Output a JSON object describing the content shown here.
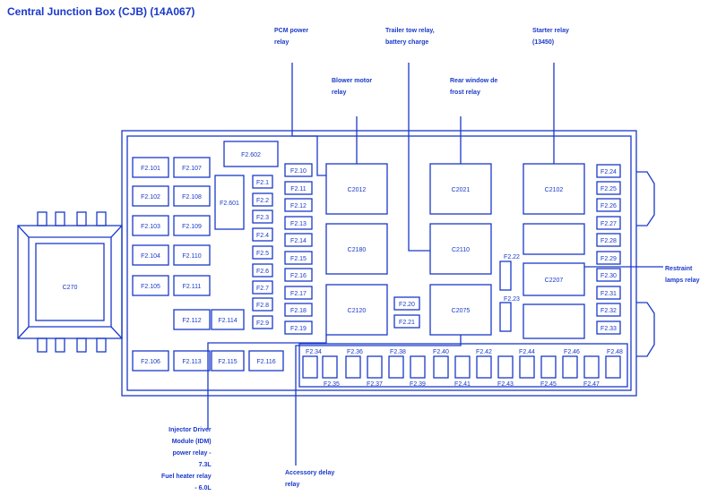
{
  "title": "Central Junction Box (CJB) (14A067)",
  "colors": {
    "line": "#1a39c9",
    "fill": "#ffffff",
    "text": "#1a39c9"
  },
  "connector_label": "C270",
  "callouts": {
    "pcm": [
      "PCM power",
      "relay"
    ],
    "trailer": [
      "Trailer tow relay,",
      "battery charge"
    ],
    "starter": [
      "Starter relay",
      "(13450)"
    ],
    "blower": [
      "Blower motor",
      "relay"
    ],
    "rear_window": [
      "Rear window de",
      "frost relay"
    ],
    "restraint": [
      "Restraint",
      "lamps relay"
    ],
    "injector": [
      "Injector Driver",
      "Module (IDM)",
      "power relay -",
      "7.3L"
    ],
    "fuel": [
      "Fuel heater relay",
      "- 6.0L"
    ],
    "accessory": [
      "Accessory delay",
      "relay"
    ]
  },
  "fuses_left": [
    "F2.101",
    "F2.107",
    "F2.102",
    "F2.108",
    "F2.103",
    "F2.109",
    "F2.104",
    "F2.110",
    "F2.105",
    "F2.111",
    "F2.112",
    "F2.114",
    "F2.106",
    "F2.113",
    "F2.115",
    "F2.116"
  ],
  "fuses_small_a": [
    "F2.1",
    "F2.2",
    "F2.3",
    "F2.4",
    "F2.5",
    "F2.6",
    "F2.7",
    "F2.8",
    "F2.9"
  ],
  "fuses_small_b": [
    "F2.10",
    "F2.11",
    "F2.12",
    "F2.13",
    "F2.14",
    "F2.15",
    "F2.16",
    "F2.17",
    "F2.18",
    "F2.19"
  ],
  "fuses_right": [
    "F2.24",
    "F2.25",
    "F2.26",
    "F2.27",
    "F2.28",
    "F2.29",
    "F2.30",
    "F2.31",
    "F2.32",
    "F2.33"
  ],
  "bottom_top_labels": [
    "F2.34",
    "F2.36",
    "F2.38",
    "F2.40",
    "F2.42",
    "F2.44",
    "F2.46",
    "F2.48"
  ],
  "bottom_bottom_labels": [
    "F2.35",
    "F2.37",
    "F2.39",
    "F2.41",
    "F2.43",
    "F2.45",
    "F2.47"
  ],
  "relays": {
    "c2202": "F2.602",
    "c2201": "F2.601",
    "c2012": "C2012",
    "c2021": "C2021",
    "c2102": "C2102",
    "c2180": "C2180",
    "c2110": "C2110",
    "c2120": "C2120",
    "c2075": "C2075",
    "c2207": "C2207"
  },
  "mid_labels": {
    "f220": "F2.20",
    "f221": "F2.21",
    "f222": "F2.22",
    "f223": "F2.23"
  }
}
